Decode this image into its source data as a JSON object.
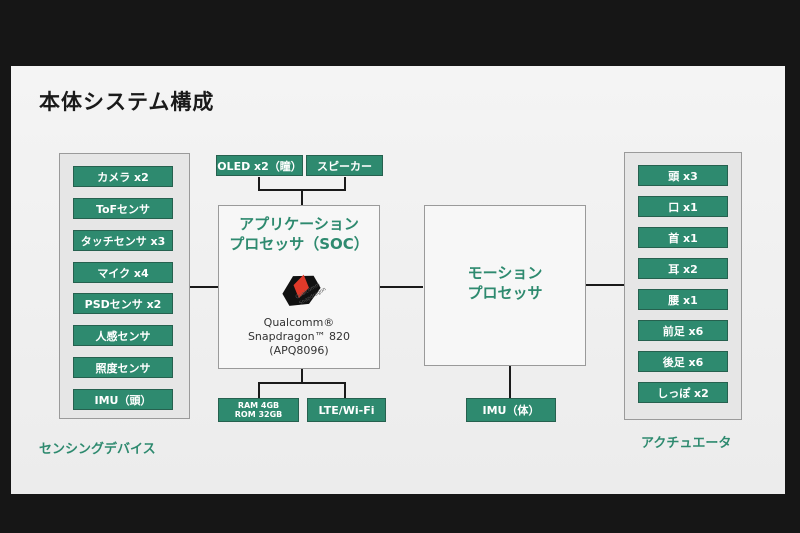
{
  "title": "本体システム構成",
  "sensing": {
    "caption": "センシングデバイス",
    "items": [
      "カメラ x2",
      "ToFセンサ",
      "タッチセンサ x3",
      "マイク x4",
      "PSDセンサ x2",
      "人感センサ",
      "照度センサ",
      "IMU（頭）"
    ]
  },
  "actuators": {
    "caption": "アクチュエータ",
    "items": [
      "頭 x3",
      "口 x1",
      "首 x1",
      "耳 x2",
      "腰 x1",
      "前足 x6",
      "後足 x6",
      "しっぽ x2"
    ]
  },
  "app_processor": {
    "title_line1": "アプリケーション",
    "title_line2": "プロセッサ（SOC）",
    "logo_text_1": "Qualcomm",
    "logo_text_2": "Snapdragon",
    "chip_line1": "Qualcomm®",
    "chip_line2": "Snapdragon™ 820",
    "chip_line3": "(APQ8096)"
  },
  "motion_processor": {
    "title_line1": "モーション",
    "title_line2": "プロセッサ"
  },
  "top_chips": {
    "oled": "OLED x2（瞳）",
    "speaker": "スピーカー"
  },
  "bottom_chips": {
    "ram": "RAM 4GB",
    "rom": "ROM 32GB",
    "lte": "LTE/Wi-Fi",
    "imu_body": "IMU（体）"
  },
  "colors": {
    "accent": "#2e8a6f",
    "chip_border": "#26614f",
    "screen": "#f0f0f0",
    "panel": "#e6e6e6",
    "background": "#161616"
  }
}
